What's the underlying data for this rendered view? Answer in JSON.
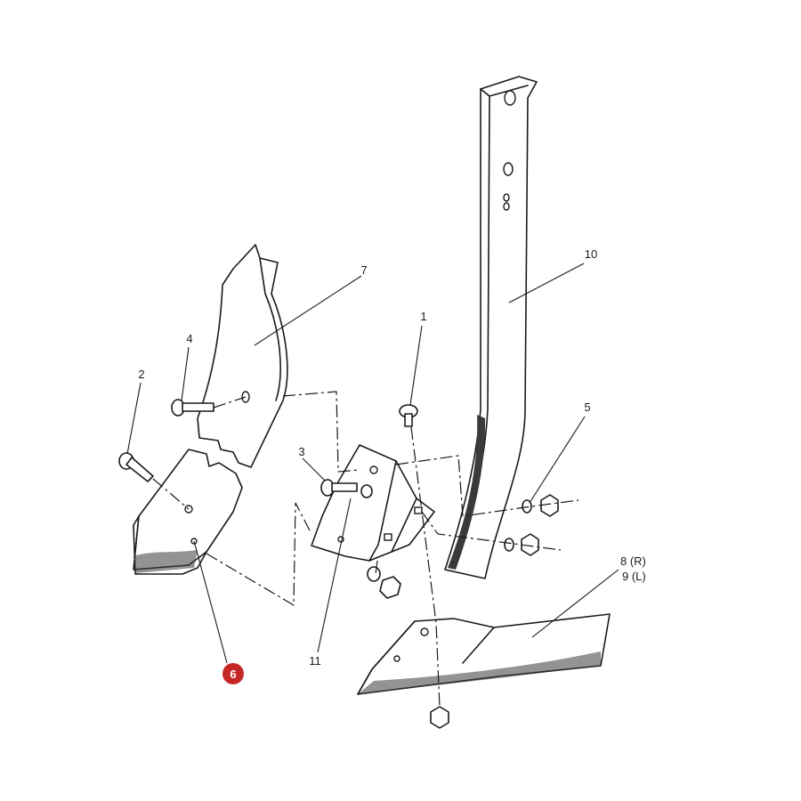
{
  "diagram": {
    "callouts": [
      {
        "id": "1",
        "text": "1"
      },
      {
        "id": "2",
        "text": "2"
      },
      {
        "id": "3",
        "text": "3"
      },
      {
        "id": "4",
        "text": "4"
      },
      {
        "id": "5",
        "text": "5"
      },
      {
        "id": "6",
        "text": "6",
        "highlighted": true
      },
      {
        "id": "7",
        "text": "7"
      },
      {
        "id": "8",
        "text": "8 (R)"
      },
      {
        "id": "9",
        "text": "9 (L)"
      },
      {
        "id": "10",
        "text": "10"
      },
      {
        "id": "11",
        "text": "11"
      }
    ],
    "colors": {
      "line": "#1a1a1a",
      "highlight": "#c62828",
      "background": "#ffffff"
    }
  }
}
